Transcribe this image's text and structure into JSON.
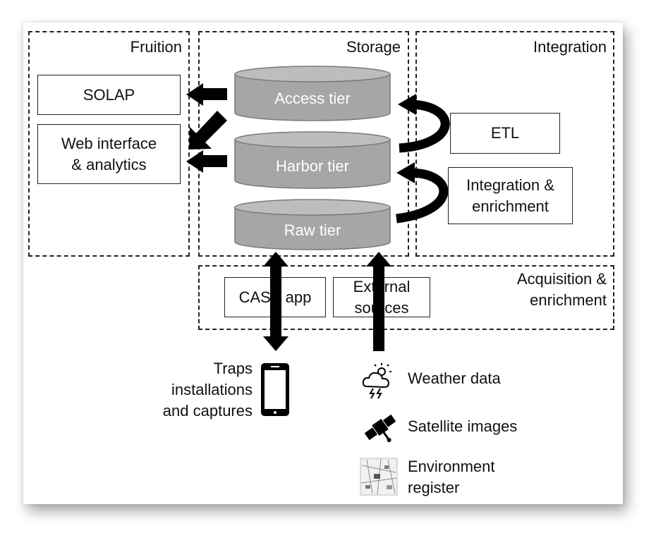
{
  "regions": {
    "fruition": "Fruition",
    "storage": "Storage",
    "integration": "Integration",
    "acquisition": "Acquisition &\nenrichment"
  },
  "fruition_boxes": {
    "solap": "SOLAP",
    "web": "Web interface\n& analytics"
  },
  "tiers": {
    "access": "Access tier",
    "harbor": "Harbor tier",
    "raw": "Raw tier"
  },
  "integration_boxes": {
    "etl": "ETL",
    "enrichment": "Integration &\nenrichment"
  },
  "acquisition_boxes": {
    "case_app": "CASE app",
    "external": "External\nsources"
  },
  "sources": {
    "traps": "Traps\ninstallations\nand captures",
    "weather": "Weather data",
    "satellite": "Satellite images",
    "environment": "Environment\nregister"
  },
  "icons": {
    "phone": "smartphone-icon",
    "weather": "storm-cloud-icon",
    "satellite": "satellite-icon",
    "map": "map-icon"
  },
  "colors": {
    "tier_fill": "#a6a6a6",
    "tier_stroke": "#7a7a7a",
    "arrow": "#000000"
  }
}
